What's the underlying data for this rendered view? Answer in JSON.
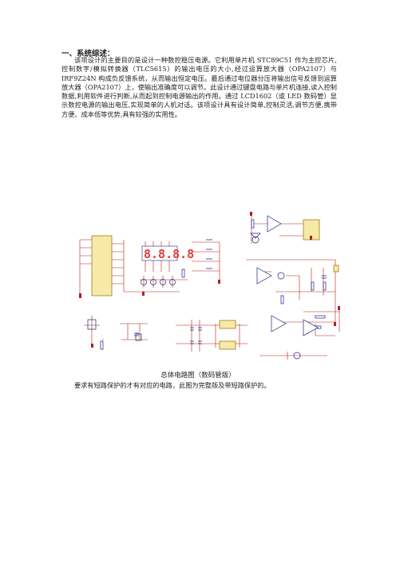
{
  "section": {
    "heading": "一、系统综述：",
    "paragraph": "该项设计的主要目的是设计一种数控稳压电源。它利用单片机 STC89C51 作为主控芯片,控制数字/模拟转换器（TLC5615）的输出电压的大小,经过运算放大器（OPA2107）与 IRF9Z24N 构成负反馈系统，从而输出恒定电压。最后通过电位器分压将输出信号反馈到运算放大器（OPA2107）上，使输出准确度可以调节。此设计通过键盘电路与单片机连接,读入控制数据,利用软件进行判断,从而起到控制电源输出的作用。通过 LCD1602（或 LED 数码管）显示数控电源的输出电压,实现简单的人机对话。该项设计具有设计简单,控制灵活,调节方便,携带方便、成本低等优势,具有较强的实用性。"
  },
  "figure": {
    "display_digits": "8.8.8.8",
    "caption": "总体电路图（数码管版）",
    "note": "要求有短路保护的才有对应的电路，此图为完整版及带短路保护的。"
  },
  "colors": {
    "wire": "#b71c1c",
    "component": "#1a237e",
    "ic_fill": "#f7e9a8",
    "led_fill": "#e53935"
  }
}
